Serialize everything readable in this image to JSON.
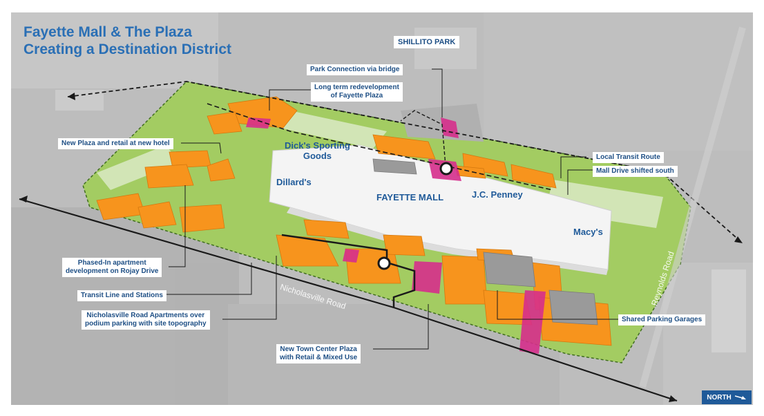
{
  "title": {
    "line1": "Fayette Mall & The Plaza",
    "line2": "Creating a Destination District"
  },
  "callouts": {
    "shillito_park": "SHILLITO PARK",
    "park_connection": "Park Connection via bridge",
    "long_term_line1": "Long term redevelopment",
    "long_term_line2": "of Fayette Plaza",
    "new_plaza": "New Plaza and retail at new hotel",
    "local_transit": "Local Transit Route",
    "mall_drive": "Mall Drive shifted south",
    "phased_line1": "Phased-In apartment",
    "phased_line2": "development on Rojay Drive",
    "transit_line": "Transit Line and Stations",
    "nich_apts_line1": "Nicholasville Road Apartments over",
    "nich_apts_line2": "podium parking with site topography",
    "town_center_line1": "New Town Center Plaza",
    "town_center_line2": "with Retail & Mixed Use",
    "shared_parking": "Shared Parking Garages"
  },
  "buildings": {
    "dicks_line1": "Dick's Sporting",
    "dicks_line2": "Goods",
    "dillards": "Dillard's",
    "fayette_mall": "FAYETTE MALL",
    "jc_penney": "J.C. Penney",
    "macys": "Macy's"
  },
  "roads": {
    "nicholasville": "Nicholasville Road",
    "reynolds": "Reynolds Road"
  },
  "north": {
    "label": "NORTH"
  },
  "colors": {
    "title": "#2a6fb5",
    "label_text": "#1e4f85",
    "aerial_base": "#b9b9b9",
    "green_space": "#8dc63f",
    "new_buildings": "#f7941d",
    "plaza_pink": "#d62f8c",
    "existing_mall": "#f4f4f4",
    "north_badge": "#1f5a99"
  },
  "icons": [
    "north-arrow-icon",
    "transit-station-icon"
  ]
}
